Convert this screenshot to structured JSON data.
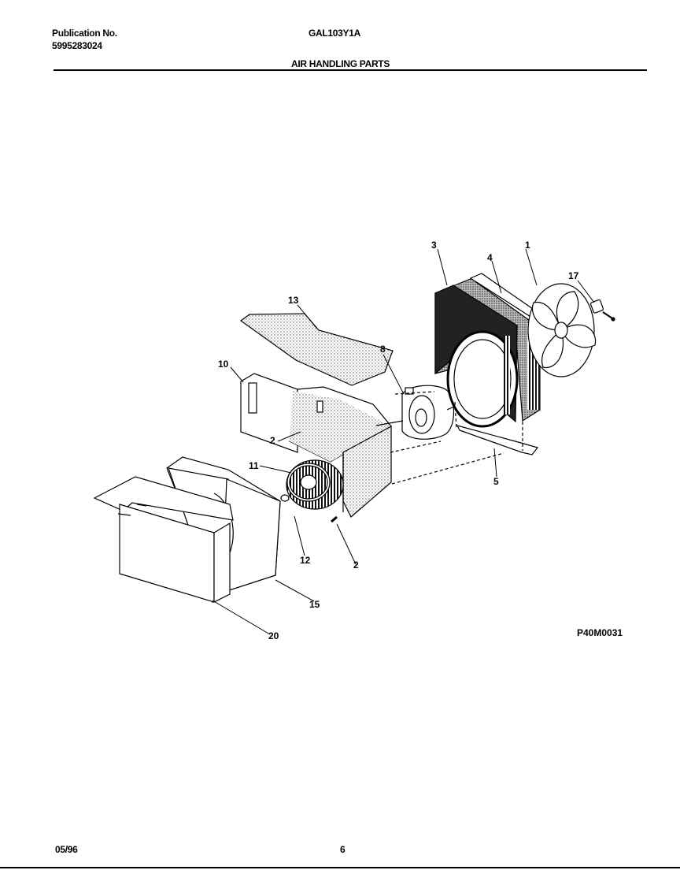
{
  "header": {
    "publication_label": "Publication No.",
    "publication_number": "5995283024",
    "model": "GAL103Y1A",
    "section_title": "AIR HANDLING PARTS"
  },
  "diagram": {
    "drawing_code": "P40M0031",
    "callouts": [
      {
        "id": "1",
        "label": "1"
      },
      {
        "id": "2a",
        "label": "2"
      },
      {
        "id": "2b",
        "label": "2"
      },
      {
        "id": "3",
        "label": "3"
      },
      {
        "id": "4",
        "label": "4"
      },
      {
        "id": "5",
        "label": "5"
      },
      {
        "id": "8",
        "label": "8"
      },
      {
        "id": "10",
        "label": "10"
      },
      {
        "id": "11",
        "label": "11"
      },
      {
        "id": "12",
        "label": "12"
      },
      {
        "id": "13",
        "label": "13"
      },
      {
        "id": "15",
        "label": "15"
      },
      {
        "id": "17",
        "label": "17"
      },
      {
        "id": "20",
        "label": "20"
      }
    ]
  },
  "footer": {
    "date": "05/96",
    "page_number": "6"
  }
}
